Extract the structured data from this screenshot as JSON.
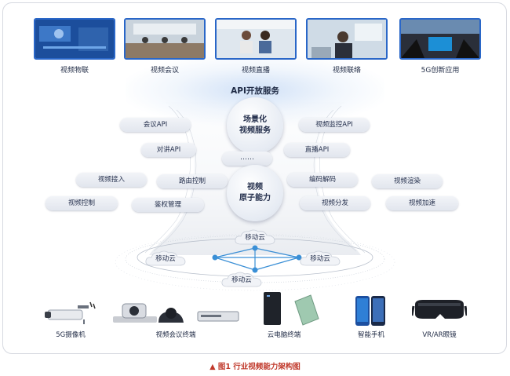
{
  "scenarios": [
    {
      "label": "视频物联"
    },
    {
      "label": "视频会议"
    },
    {
      "label": "视频直播"
    },
    {
      "label": "视频联络"
    },
    {
      "label": "5G创新应用"
    }
  ],
  "api_title": "API开放服务",
  "services": {
    "core_top": [
      "场景化",
      "视频服务"
    ],
    "core_bottom": [
      "视频",
      "原子能力"
    ],
    "ellipsis": "……",
    "left": [
      "会议API",
      "对讲API",
      "视频接入",
      "路由控制",
      "视频控制",
      "鉴权管理"
    ],
    "right": [
      "视频监控API",
      "直播API",
      "编码解码",
      "视频渲染",
      "视频分发",
      "视频加速"
    ]
  },
  "clouds": [
    "移动云",
    "移动云",
    "移动云",
    "移动云"
  ],
  "devices": [
    {
      "label": "5G摄像机"
    },
    {
      "label": "视频会议终端"
    },
    {
      "label": "云电脑终端"
    },
    {
      "label": "智能手机"
    },
    {
      "label": "VR/AR眼镜"
    }
  ],
  "caption": {
    "marker": "▲",
    "text": "图1  行业视频能力架构图"
  },
  "colors": {
    "accent": "#2a67c8",
    "caption": "#c0392b",
    "node": "#3a8fd6"
  }
}
